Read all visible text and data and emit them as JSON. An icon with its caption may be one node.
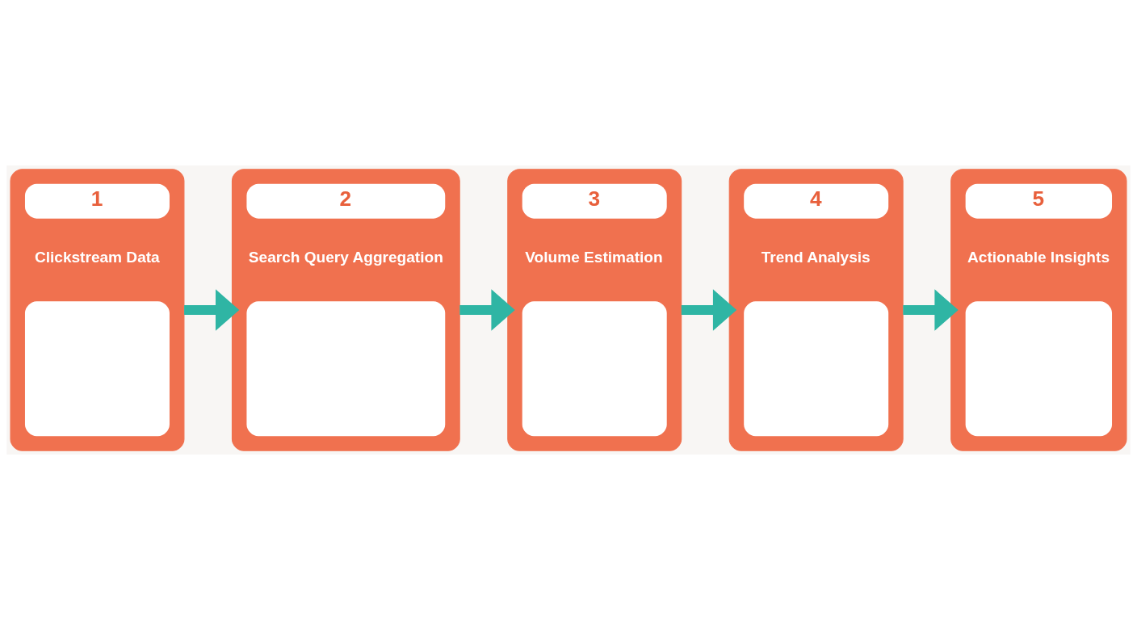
{
  "diagram": {
    "nodes": [
      {
        "text": [
          "1",
          "Clickstream Data"
        ]
      },
      {
        "text": [
          "2",
          "Search Query Aggregation"
        ]
      },
      {
        "text": [
          "3",
          "Volume Estimation"
        ]
      },
      {
        "text": [
          "4",
          "Trend Analysis"
        ]
      },
      {
        "text": [
          "5",
          "Actionable Insights"
        ]
      }
    ],
    "edges": [
      {
        "from": 0,
        "to": 1,
        "arrow": "to"
      },
      {
        "from": 1,
        "to": 2,
        "arrow": "to"
      },
      {
        "from": 2,
        "to": 3,
        "arrow": "to"
      },
      {
        "from": 3,
        "to": 4,
        "arrow": "to"
      }
    ]
  }
}
